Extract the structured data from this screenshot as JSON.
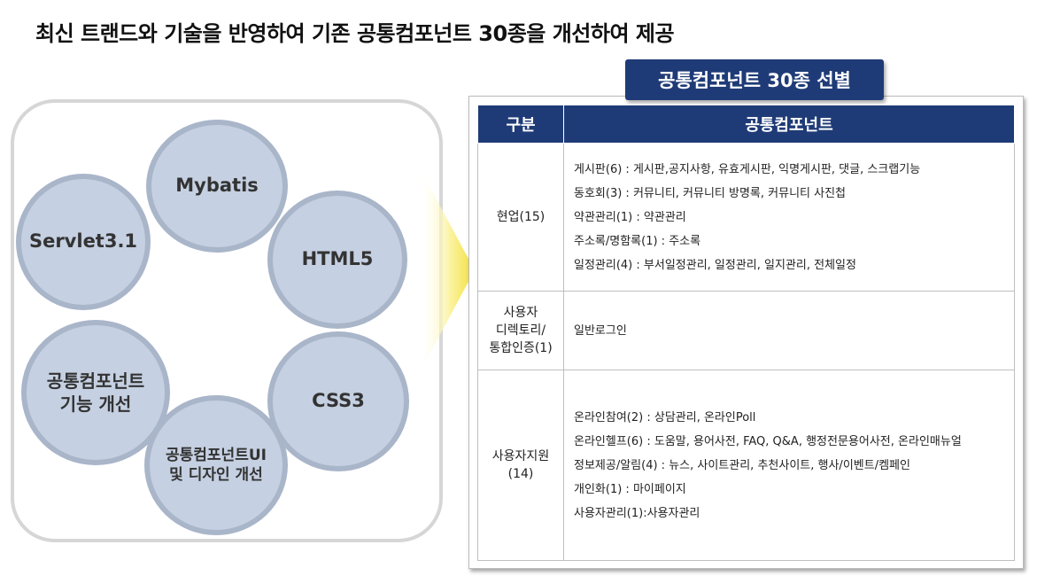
{
  "headline": "최신 트랜드와 기술을 반영하여 기존 공통컴포넌트 30종을 개선하여 제공",
  "circles": {
    "mybatis": "Mybatis",
    "servlet": "Servlet3.1",
    "html5": "HTML5",
    "func_line1": "공통컴포넌트",
    "func_line2": "기능 개선",
    "css3": "CSS3",
    "ui_line1": "공통컴포넌트UI",
    "ui_line2": "및 디자인 개선"
  },
  "badge": "공통컴포넌트 30종 선별",
  "table": {
    "headers": [
      "구분",
      "공통컴포넌트"
    ],
    "rows": [
      {
        "category": [
          "현업(15)"
        ],
        "items": [
          "게시판(6) : 게시판,공지사항, 유효게시판, 익명게시판, 댓글, 스크랩기능",
          "동호회(3) : 커뮤니티, 커뮤니티 방명록, 커뮤니티 사진첩",
          "약관관리(1) : 약관관리",
          "주소록/명함록(1) : 주소록",
          "일정관리(4) : 부서일정관리, 일정관리, 일지관리, 전체일정"
        ]
      },
      {
        "category": [
          "사용자",
          "디렉토리/",
          "통합인증(1)"
        ],
        "items": [
          "일반로그인"
        ]
      },
      {
        "category": [
          "사용자지원",
          "(14)"
        ],
        "items": [
          "온라인참여(2) : 상담관리, 온라인Poll",
          "온라인헬프(6) : 도움말, 용어사전, FAQ, Q&A, 행정전문용어사전, 온라인매뉴얼",
          "정보제공/알림(4) : 뉴스, 사이트관리, 추천사이트, 행사/이벤트/켐페인",
          "개인화(1) : 마이페이지",
          "사용자관리(1):사용자관리"
        ]
      }
    ]
  }
}
